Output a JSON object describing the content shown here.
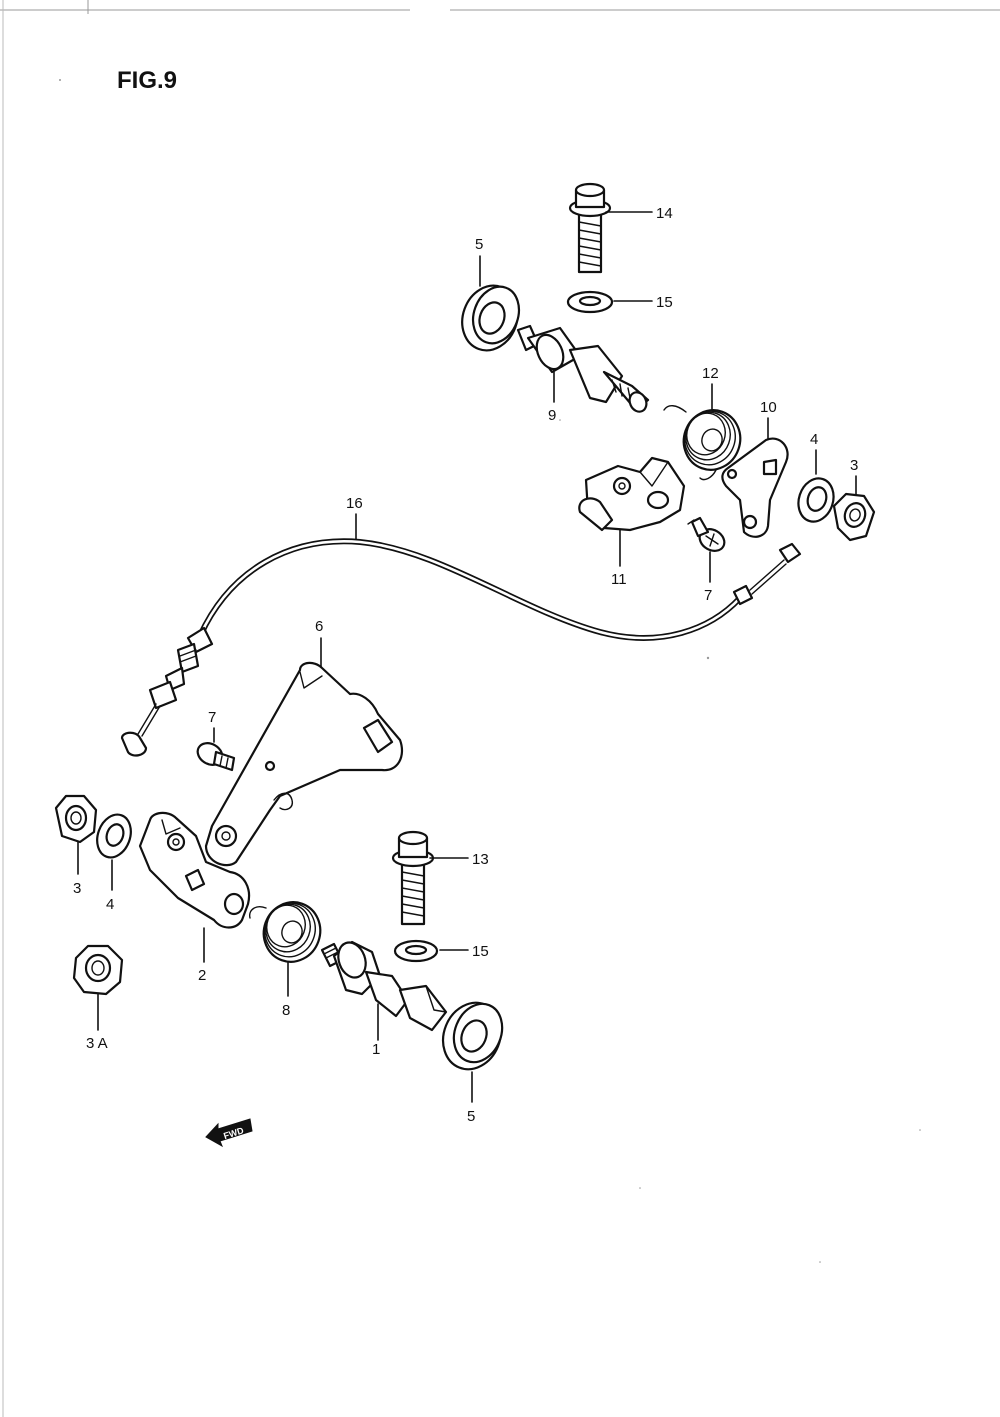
{
  "figure": {
    "title": "FIG.9"
  },
  "callouts": {
    "c14": "14",
    "c5_top": "5",
    "c15_top": "15",
    "c9": "9",
    "c12": "12",
    "c10": "10",
    "c4_right": "4",
    "c3_right": "3",
    "c16": "16",
    "c11": "11",
    "c7_right": "7",
    "c6": "6",
    "c7_left": "7",
    "c3_left": "3",
    "c4_left": "4",
    "c13": "13",
    "c15_bottom": "15",
    "c2": "2",
    "c8": "8",
    "c1": "1",
    "c3a": "3 A",
    "c5_bottom": "5"
  },
  "fwd_arrow": {
    "label": "FWD"
  }
}
